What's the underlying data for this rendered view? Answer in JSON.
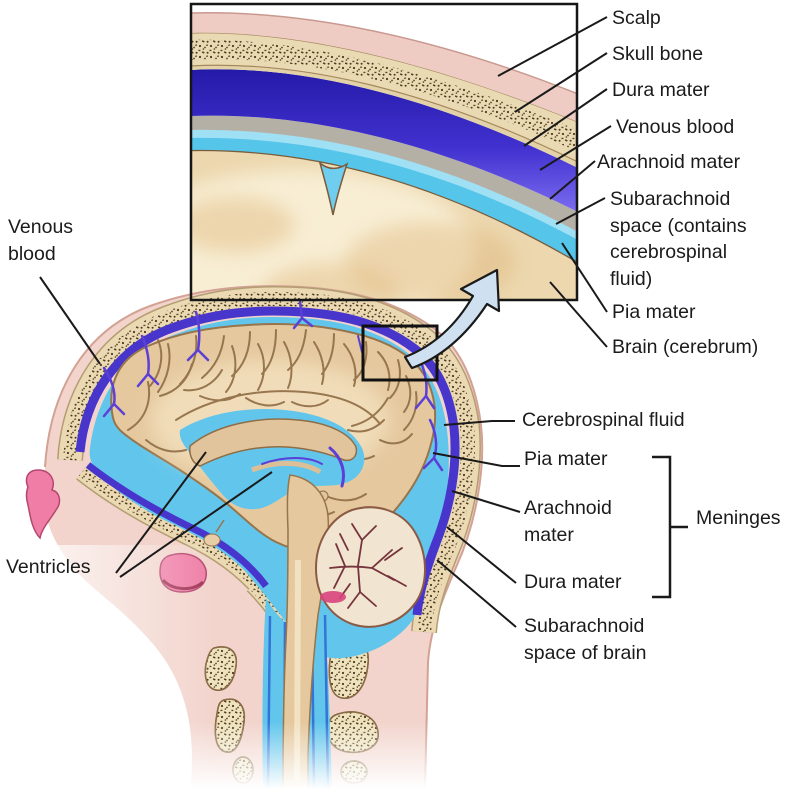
{
  "figure": {
    "title": "Meninges and cerebrospinal fluid diagram (sagittal head section with magnified inset of scalp-to-brain layers)"
  },
  "inset": {
    "labels": {
      "scalp": "Scalp",
      "skull_bone": "Skull bone",
      "dura_mater": "Dura mater",
      "venous_blood": "Venous blood",
      "arachnoid_mater": "Arachnoid mater",
      "subarachnoid_space": "Subarachnoid\nspace (contains\ncerebrospinal\nfluid)",
      "pia_mater": "Pia mater",
      "brain": "Brain (cerebrum)"
    }
  },
  "main": {
    "labels": {
      "venous_blood": "Venous\nblood",
      "ventricles": "Ventricles",
      "cerebrospinal_fluid": "Cerebrospinal fluid",
      "pia_mater": "Pia mater",
      "arachnoid_mater": "Arachnoid\nmater",
      "dura_mater": "Dura mater",
      "meninges": "Meninges",
      "subarachnoid_space": "Subarachnoid\nspace of brain"
    }
  },
  "colors": {
    "scalp_pink": "#eeccc4",
    "skull_beige": "#e9dab3",
    "bone_speckle": "#4d3b1f",
    "dura_blue": "#4836cc",
    "arachnoid_gray": "#b5b0a5",
    "csf_cyan": "#62c6ec",
    "brain_tan": "#e5c89e",
    "vein_purple": "#5b3fd6",
    "sinus_pink": "#ef7da6",
    "skin_pink": "#f2d4cc",
    "label_text": "#1b1b1b"
  }
}
